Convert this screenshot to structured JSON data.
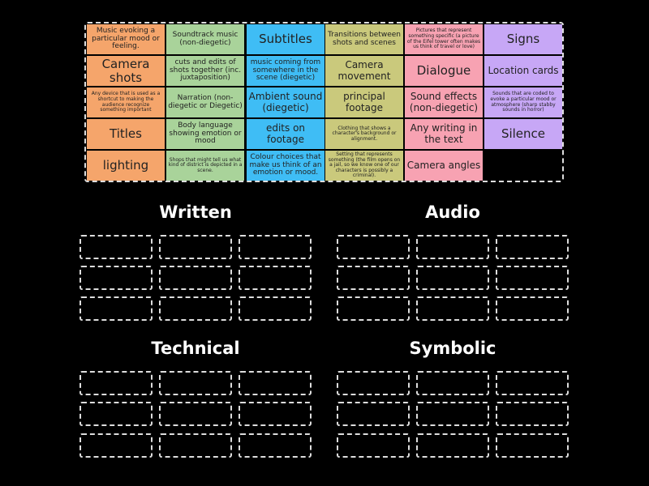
{
  "colors": {
    "orange": "#f5a56b",
    "green": "#a9d39a",
    "blue": "#3fbdf5",
    "olive": "#cac97c",
    "pink": "#f7a2b2",
    "purple": "#c7a7f6"
  },
  "tiles": [
    {
      "text": "Music evoking a particular mood or feeling.",
      "color": "orange",
      "size": "s2"
    },
    {
      "text": "Soundtrack music (non-diegetic)",
      "color": "green",
      "size": "s2"
    },
    {
      "text": "Subtitles",
      "color": "blue",
      "size": "s4"
    },
    {
      "text": "Transitions between shots and scenes",
      "color": "olive",
      "size": "s2"
    },
    {
      "text": "Pictures that represent something specific (a picture of the Eifel tower often makes us think of travel or love)",
      "color": "pink",
      "size": "s1"
    },
    {
      "text": "Signs",
      "color": "purple",
      "size": "s4"
    },
    {
      "text": "Camera shots",
      "color": "orange",
      "size": "s4"
    },
    {
      "text": "cuts and edits of shots together (inc. juxtaposition)",
      "color": "green",
      "size": "s2"
    },
    {
      "text": "music coming from somewhere in the scene (diegetic)",
      "color": "blue",
      "size": "s2"
    },
    {
      "text": "Camera movement",
      "color": "olive",
      "size": "s3"
    },
    {
      "text": "Dialogue",
      "color": "pink",
      "size": "s4"
    },
    {
      "text": "Location cards",
      "color": "purple",
      "size": "s3"
    },
    {
      "text": "Any device that is used as a shortcut to making the audience recognize something important",
      "color": "orange",
      "size": "s1"
    },
    {
      "text": "Narration (non-diegetic or Diegetic)",
      "color": "green",
      "size": "s2"
    },
    {
      "text": "Ambient sound (diegetic)",
      "color": "blue",
      "size": "s3"
    },
    {
      "text": "principal footage",
      "color": "olive",
      "size": "s3"
    },
    {
      "text": "Sound effects (non-diegetic)",
      "color": "pink",
      "size": "s3"
    },
    {
      "text": "Sounds that are coded to evoke a particular mood or atmosphere (sharp stabby sounds in horror)",
      "color": "purple",
      "size": "s1"
    },
    {
      "text": "Titles",
      "color": "orange",
      "size": "s4"
    },
    {
      "text": "Body language showing emotion or mood",
      "color": "green",
      "size": "s2"
    },
    {
      "text": "edits on footage",
      "color": "blue",
      "size": "s3"
    },
    {
      "text": "Clothing that shows a character's background or alignment.",
      "color": "olive",
      "size": "s1"
    },
    {
      "text": "Any writing in the text",
      "color": "pink",
      "size": "s3"
    },
    {
      "text": "Silence",
      "color": "purple",
      "size": "s4"
    },
    {
      "text": "lighting",
      "color": "orange",
      "size": "s4"
    },
    {
      "text": "Shops that might tell us what kind of district is depicted in a scene.",
      "color": "green",
      "size": "s1"
    },
    {
      "text": "Colour choices that make us think of an emotion or mood.",
      "color": "blue",
      "size": "s2"
    },
    {
      "text": "Setting that represents something (the film opens on a jail, so we know one of our characters is possibly a criminal).",
      "color": "olive",
      "size": "s1"
    },
    {
      "text": "Camera angles",
      "color": "pink",
      "size": "s3"
    }
  ],
  "groups": [
    {
      "title": "Written"
    },
    {
      "title": "Audio"
    },
    {
      "title": "Technical"
    },
    {
      "title": "Symbolic"
    }
  ]
}
